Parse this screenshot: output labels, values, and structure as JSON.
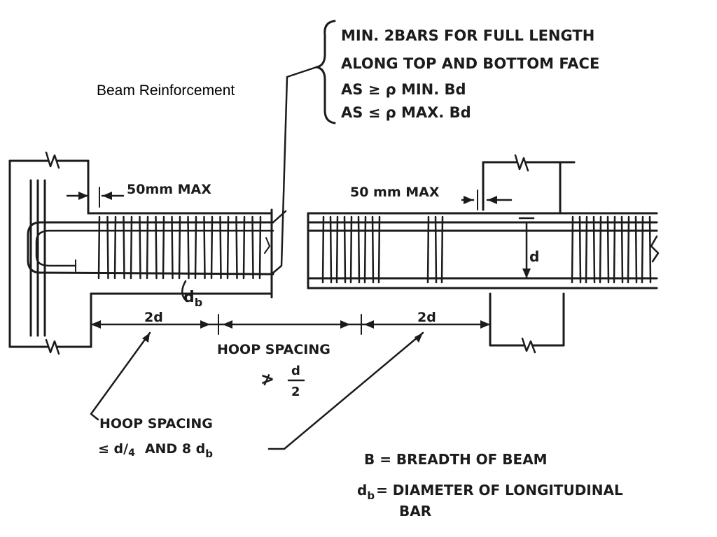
{
  "title": "Beam Reinforcement",
  "note_lines": [
    "MIN. 2BARS FOR FULL LENGTH",
    "ALONG TOP AND BOTTOM FACE",
    "AS ≥ ρ MIN. Bd",
    "AS ≤ ρ MAX. Bd"
  ],
  "labels": {
    "max_left": "50mm MAX",
    "max_right": "50 mm MAX",
    "d": "d",
    "db_base": "d",
    "db_sub": "b",
    "two_d_left": "2d",
    "two_d_right": "2d",
    "hoop_mid": "HOOP SPACING",
    "hoop_mid_sym": "≯",
    "frac_num": "d",
    "frac_den": "2",
    "hoop_end_1": "HOOP SPACING",
    "hoop_end_2_a": "≤ d/",
    "hoop_end_2_b": "4",
    "hoop_end_2_c": "AND 8 d",
    "hoop_end_2_sub": "b",
    "legend_b": "B = BREADTH OF BEAM",
    "legend_db_base": "d",
    "legend_db_sub": "b",
    "legend_db_text": "= DIAMETER OF LONGITUDINAL",
    "legend_db_text2": "BAR"
  }
}
